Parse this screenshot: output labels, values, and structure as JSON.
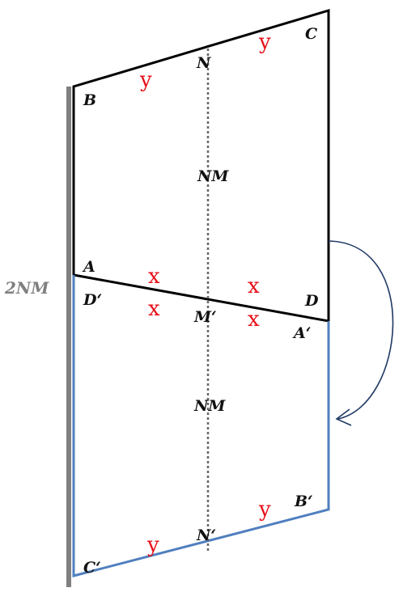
{
  "diagram": {
    "colors": {
      "original": "#000000",
      "reflected": "#4f7fbf",
      "axis": "#808080",
      "side_labels": "#e8101a",
      "arrow": "#1f3864",
      "dotted": "#666666"
    },
    "vertices": {
      "A": "A",
      "B": "B",
      "C": "C",
      "D": "D",
      "A_prime": "A‘",
      "B_prime": "B‘",
      "C_prime": "C‘",
      "D_prime": "D‘"
    },
    "midpoints": {
      "N": "N",
      "M_prime": "M‘",
      "N_prime": "N‘"
    },
    "sides": {
      "x": "x",
      "y": "y"
    },
    "lengths": {
      "nm_upper": "NM",
      "nm_lower": "NM",
      "total": "2NM"
    }
  }
}
